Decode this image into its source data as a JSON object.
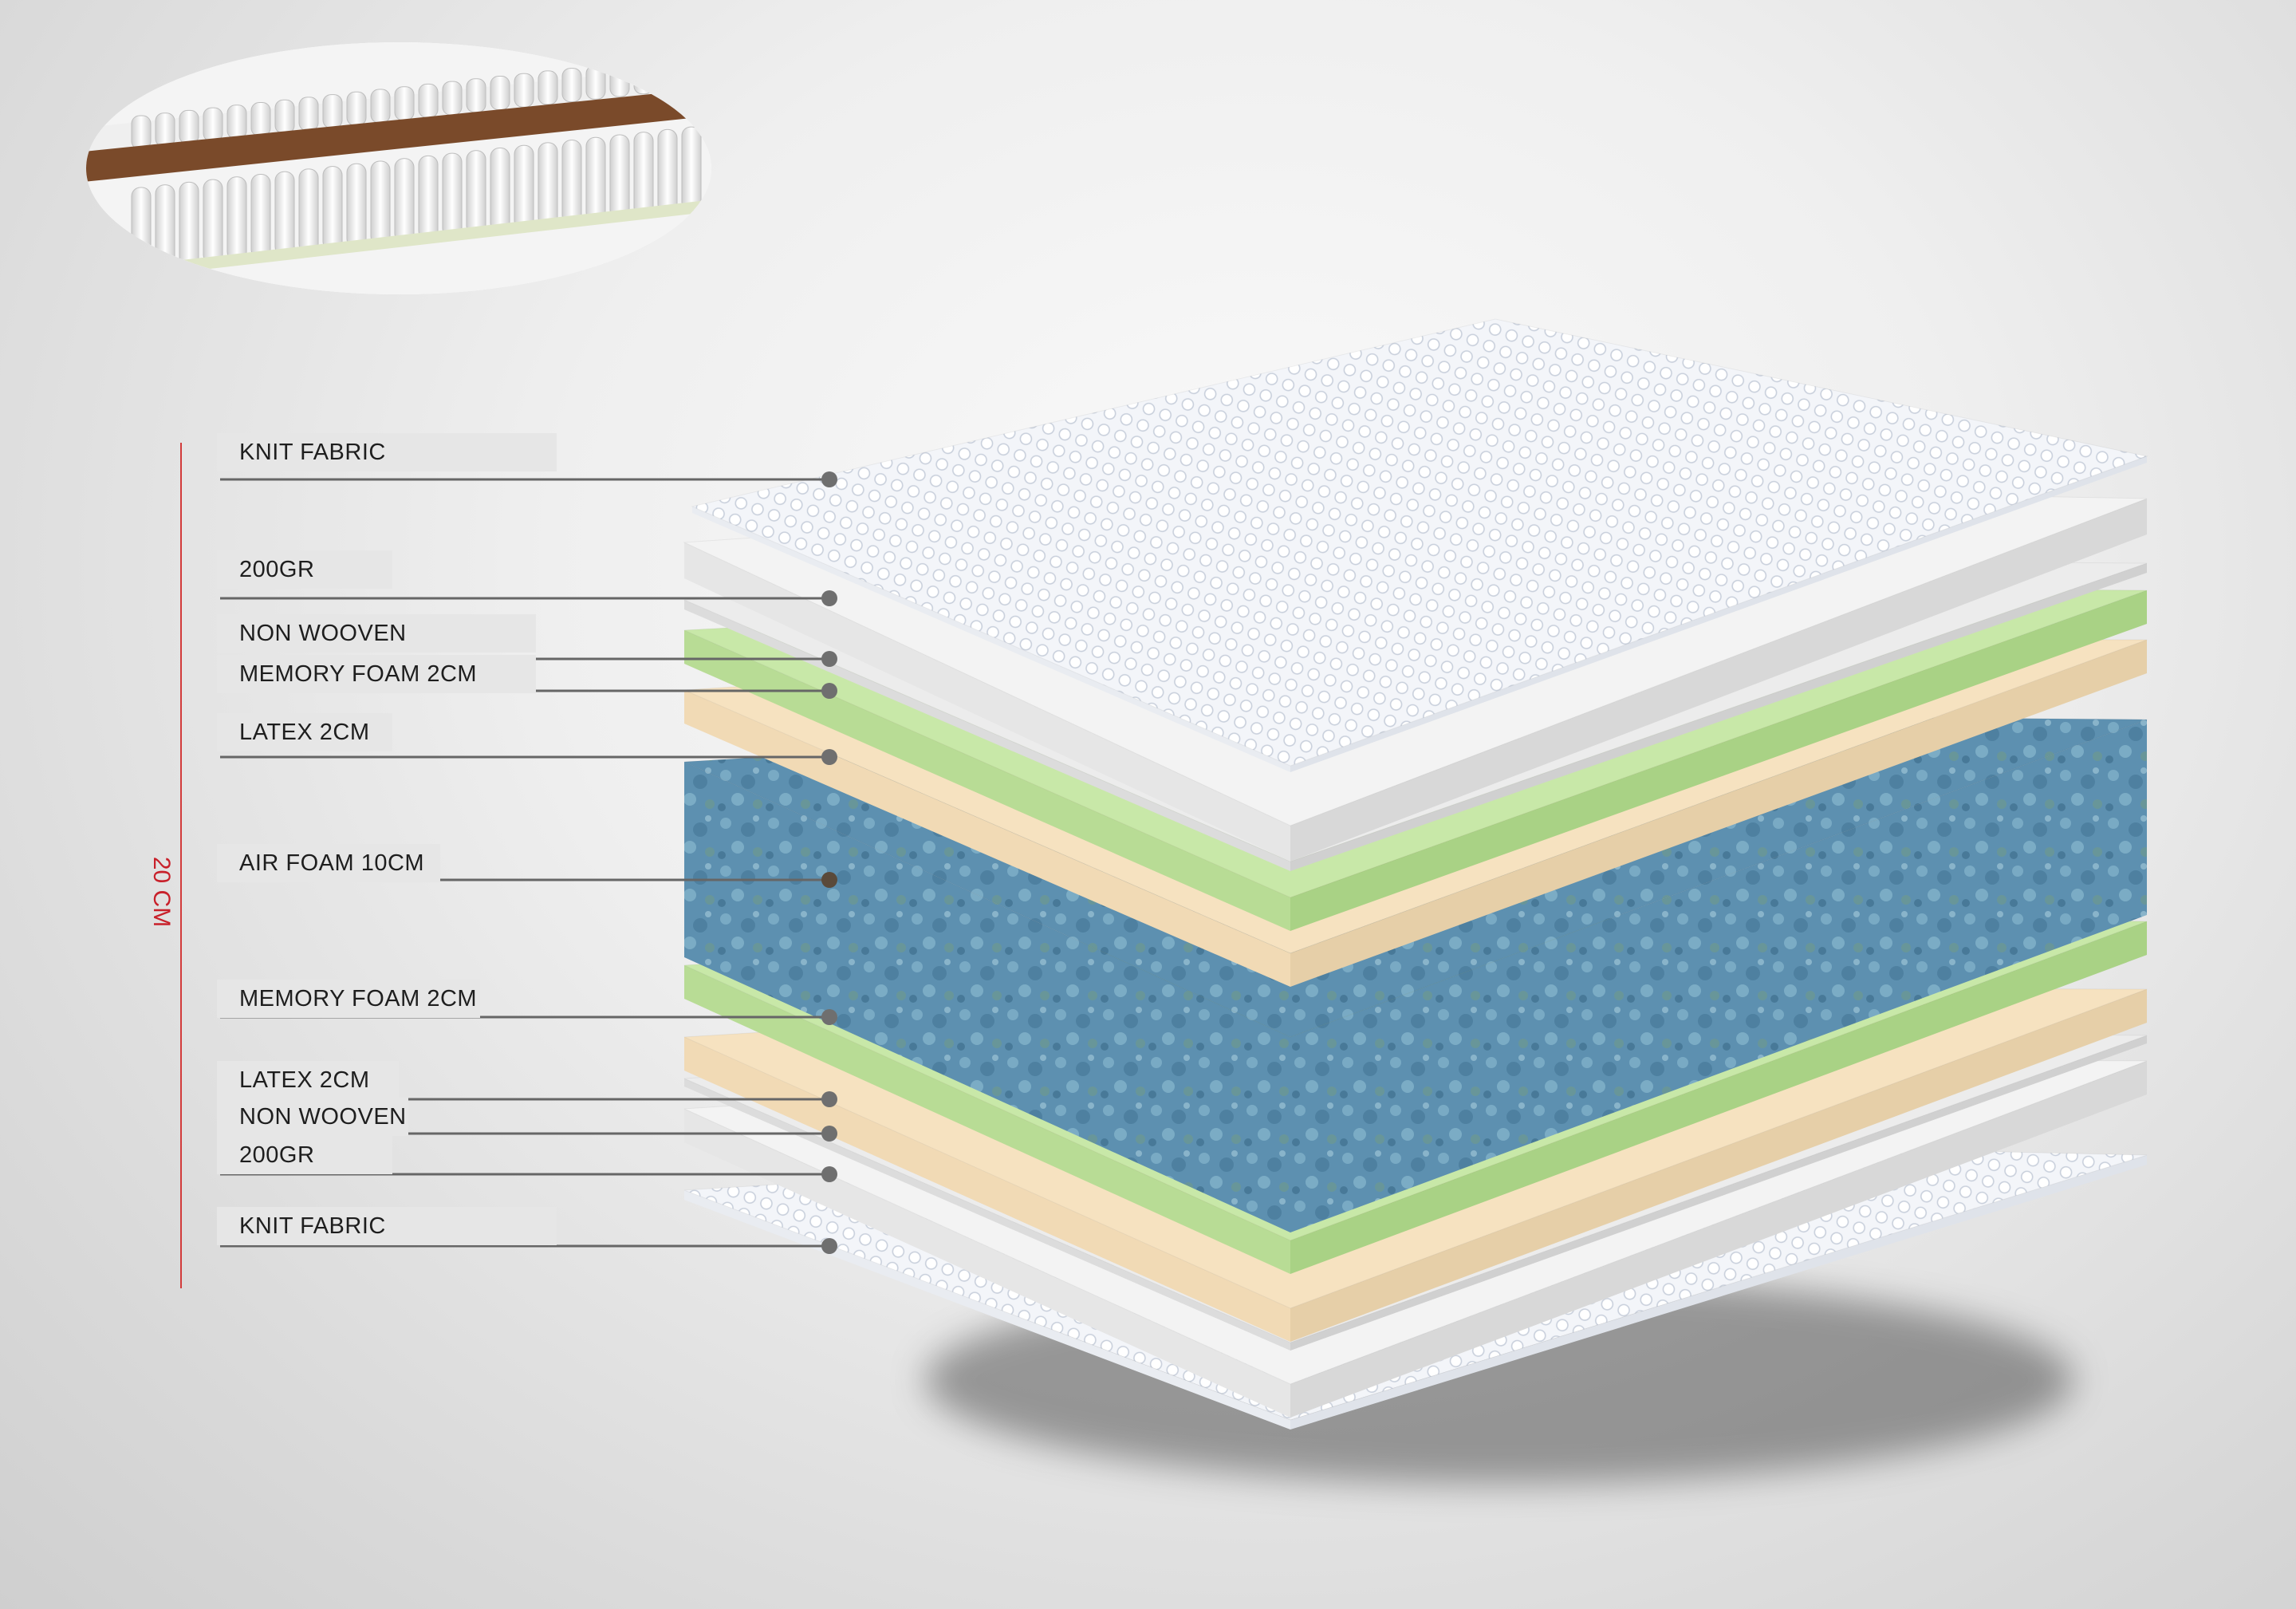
{
  "height_label": "20 CM",
  "colors": {
    "knit": "#f2f4f8",
    "fiber": "#f3f3f3",
    "nonwoven": "#ececec",
    "memory": "#c8e8a8",
    "latex": "#f6e2c0",
    "airfoam": "#5f93b3",
    "leader": "#666666",
    "height_marker": "#d23b3b"
  },
  "layers": [
    {
      "name": "KNIT FABRIC"
    },
    {
      "name": "200GR"
    },
    {
      "name": "NON WOOVEN"
    },
    {
      "name": "MEMORY FOAM  2CM"
    },
    {
      "name": "LATEX 2CM"
    },
    {
      "name": "AIR FOAM 10CM"
    },
    {
      "name": "MEMORY FOAM 2CM"
    },
    {
      "name": "LATEX 2CM"
    },
    {
      "name": "NON WOOVEN"
    },
    {
      "name": "200GR"
    },
    {
      "name": "KNIT FABRIC"
    }
  ]
}
